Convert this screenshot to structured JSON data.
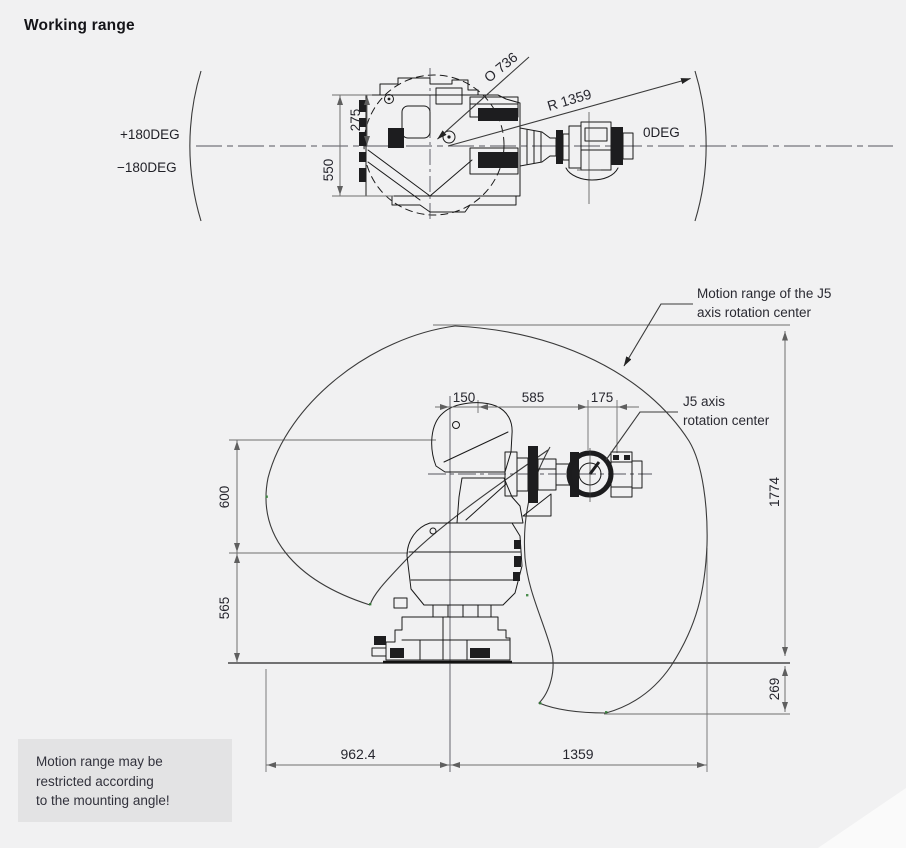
{
  "page": {
    "title": "Working range"
  },
  "top_view": {
    "label_plus180": "+180DEG",
    "label_minus180": "−180DEG",
    "label_0deg": "0DEG",
    "dim_275": "275",
    "dim_550": "550",
    "dim_diameter": "O 736",
    "dim_radius": "R 1359"
  },
  "side_view": {
    "dim_150": "150",
    "dim_585": "585",
    "dim_175": "175",
    "dim_600": "600",
    "dim_565": "565",
    "dim_1774": "1774",
    "dim_269": "269",
    "dim_962_4": "962.4",
    "dim_1359": "1359",
    "motion_range_line1": "Motion range of the J5",
    "motion_range_line2": "axis rotation center",
    "j5_line1": "J5 axis",
    "j5_line2": "rotation center"
  },
  "note": {
    "line1": "Motion range may be",
    "line2": "restricted according",
    "line3": "to the mounting angle!"
  },
  "colors": {
    "background": "#f1f1f2",
    "note_background": "#e3e3e4",
    "drawing_line": "#1a1a1a",
    "dimension_line": "#6f6f6f",
    "text": "#26262e",
    "vertex_marker_green": "#2f7d32"
  }
}
